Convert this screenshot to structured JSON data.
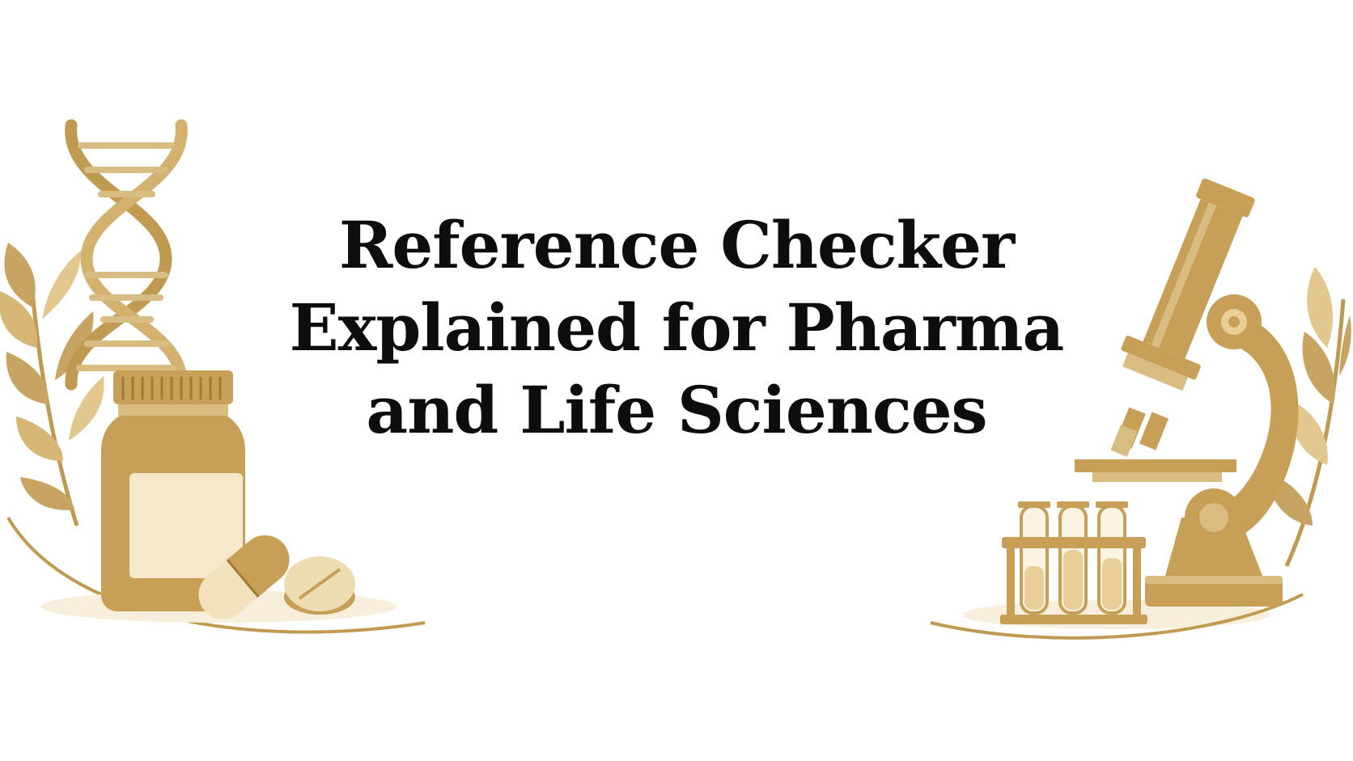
{
  "title": {
    "lines": [
      "Reference Checker",
      "Explained for Pharma",
      "and Life Sciences"
    ]
  },
  "illustrations": {
    "left": [
      "dna-helix-icon",
      "leaf-branch-icon",
      "medicine-bottle-icon",
      "capsule-icon",
      "tablet-icon"
    ],
    "right": [
      "microscope-icon",
      "test-tube-rack-icon",
      "leaf-branch-icon"
    ]
  },
  "colors": {
    "accent_gold": "#c19a52",
    "accent_light": "#e8cf98",
    "accent_dark": "#a27a33",
    "text": "#0d0d0d",
    "background": "#ffffff"
  }
}
